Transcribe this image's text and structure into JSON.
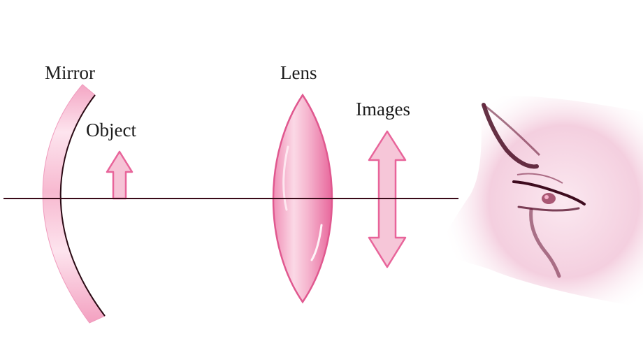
{
  "labels": {
    "mirror": "Mirror",
    "lens": "Lens",
    "images": "Images",
    "object": "Object"
  },
  "colors": {
    "accent_pink": "#e8649a",
    "light_pink": "#f6c6d8",
    "axis_line": "#3a0a18",
    "eye_dark": "#4a0e24"
  },
  "icons": {
    "mirror": "concave-mirror",
    "lens": "convex-lens",
    "object": "up-arrow",
    "images": "double-arrow",
    "viewer": "eye"
  }
}
